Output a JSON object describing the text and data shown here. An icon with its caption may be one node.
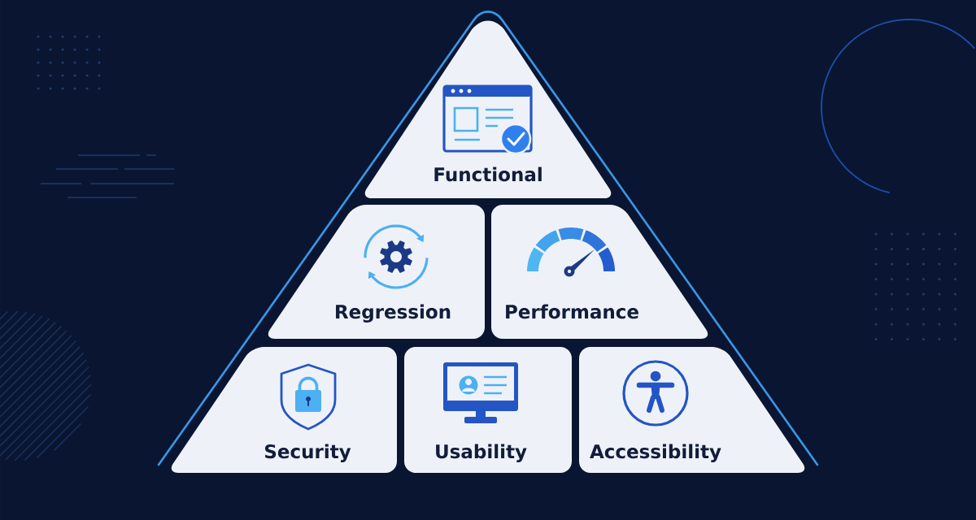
{
  "diagram": {
    "nodes": [
      {
        "text": [
          "Functional"
        ]
      },
      {
        "text": [
          "Regression"
        ]
      },
      {
        "text": [
          "Performance"
        ]
      },
      {
        "text": [
          "Security"
        ]
      },
      {
        "text": [
          "Usability"
        ]
      },
      {
        "text": [
          "Accessibility"
        ]
      }
    ]
  }
}
